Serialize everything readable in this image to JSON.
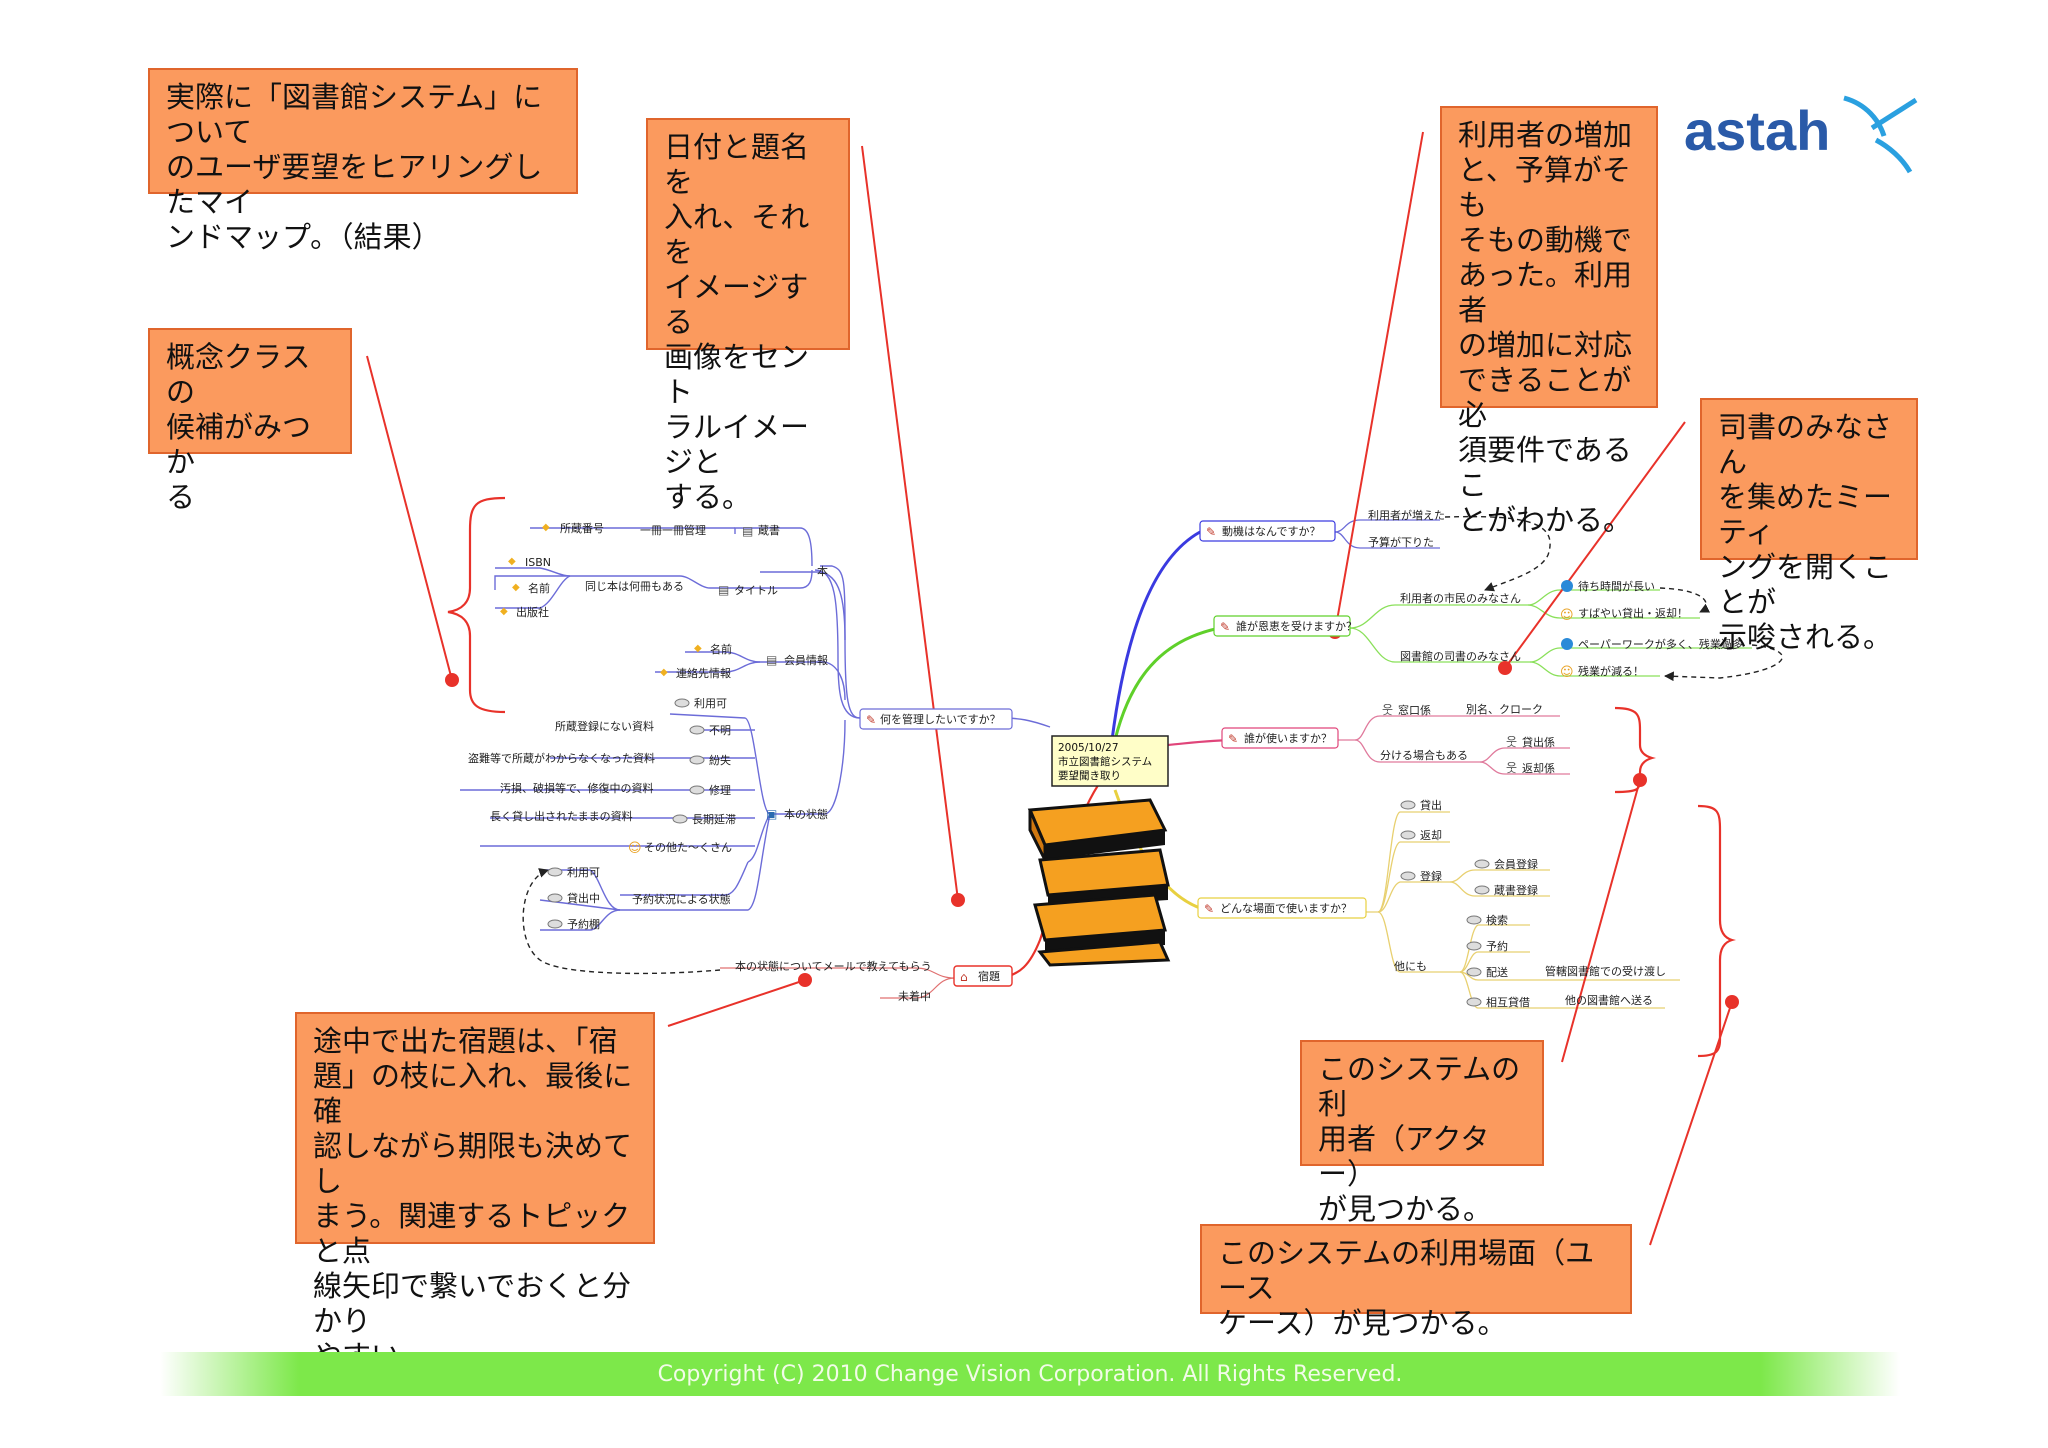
{
  "callouts": {
    "c1": "実際に「図書館システム」について\nのユーザ要望をヒアリングしたマイ\nンドマップ。（結果）",
    "c2": "日付と題名を\n入れ、それを\nイメージする\n画像をセント\nラルイメージと\nする。",
    "c3": "概念クラスの\n候補がみつか\nる",
    "c4": "利用者の増加\nと、予算がそも\nそもの動機で\nあった。利用者\nの増加に対応\nできることが必\n須要件であるこ\nとがわかる。",
    "c5": "司書のみなさん\nを集めたミーティ\nングを開くことが\n示唆される。",
    "c6": "途中で出た宿題は、「宿\n題」の枝に入れ、最後に確\n認しながら期限も決めてし\nまう。関連するトピックと点\n線矢印で繋いでおくと分かり\nやすい。",
    "c7": "このシステムの利\n用者（アクター）\nが見つかる。",
    "c8": "このシステムの利用場面（ユース\nケース）が見つかる。"
  },
  "center": {
    "date": "2005/10/27",
    "title1": "市立図書館システム",
    "title2": "要望聞き取り"
  },
  "branches": {
    "manage": "何を管理したいですか？",
    "motive": "動機はなんですか？",
    "benefit": "誰が恩恵を受けますか？",
    "who": "誰が使いますか？",
    "scene": "どんな場面で使いますか？",
    "homework": "宿題"
  },
  "nodes": {
    "hon": "本",
    "zousho": "蔵書",
    "issatsu": "一冊一冊管理",
    "zoushobangou": "所蔵番号",
    "title": "タイトル",
    "onaji": "同じ本は何冊もある",
    "isbn": "ISBN",
    "namae": "名前",
    "shuppansha": "出版社",
    "kaiin": "会員情報",
    "kaiin_namae": "名前",
    "renraku": "連絡先情報",
    "jotai": "本の状態",
    "riyouka": "利用可",
    "fumei": "不明",
    "fumei_desc": "所蔵登録にない資料",
    "funshitsu": "紛失",
    "funshitsu_desc": "盗難等で所蔵がわからなくなった資料",
    "shuuri": "修理",
    "shuuri_desc": "汚損、破損等で、修復中の資料",
    "chouki": "長期延滞",
    "chouki_desc": "長く貸し出されたままの資料",
    "sonota": "その他た～くさん",
    "yoyaku_jotai": "予約状況による状態",
    "y_riyouka": "利用可",
    "y_kashidashi": "貸出中",
    "y_yoyakudana": "予約棚",
    "mail": "本の状態についてメールで教えてもらう",
    "michaku": "未着中",
    "riyousha_fueta": "利用者が増えた",
    "yosan": "予算が下りた",
    "shimin": "利用者の市民のみなさん",
    "machi": "待ち時間が長い",
    "subayai": "すばやい貸出・返却！",
    "shisho": "図書館の司書のみなさん",
    "paper": "ペーパーワークが多く、残業過多",
    "zangyou": "残業が減る！",
    "madoguchi": "窓口係",
    "betsumei": "別名、クローク",
    "wakeru": "分ける場合もある",
    "kashidashi_gakari": "貸出係",
    "henkyaku_gakari": "返却係",
    "s_kashidashi": "貸出",
    "s_henkyaku": "返却",
    "s_touroku": "登録",
    "s_kaiin": "会員登録",
    "s_zousho": "蔵書登録",
    "s_hoka": "他にも",
    "s_kensaku": "検索",
    "s_yoyaku": "予約",
    "s_haisou": "配送",
    "s_kankatsu": "管轄図書館での受け渡し",
    "s_sougo": "相互貸借",
    "s_tatoshokan": "他の図書館へ送る"
  },
  "logo": {
    "text": "astah"
  },
  "footer": "Copyright (C) 2010 Change Vision Corporation. All Rights Reserved.",
  "colors": {
    "callout_fill": "#fb9a5e",
    "callout_border": "#e0652c",
    "accent_red": "#e8322a",
    "footer_green": "#7de84a",
    "logo_blue": "#2a5aa8"
  }
}
